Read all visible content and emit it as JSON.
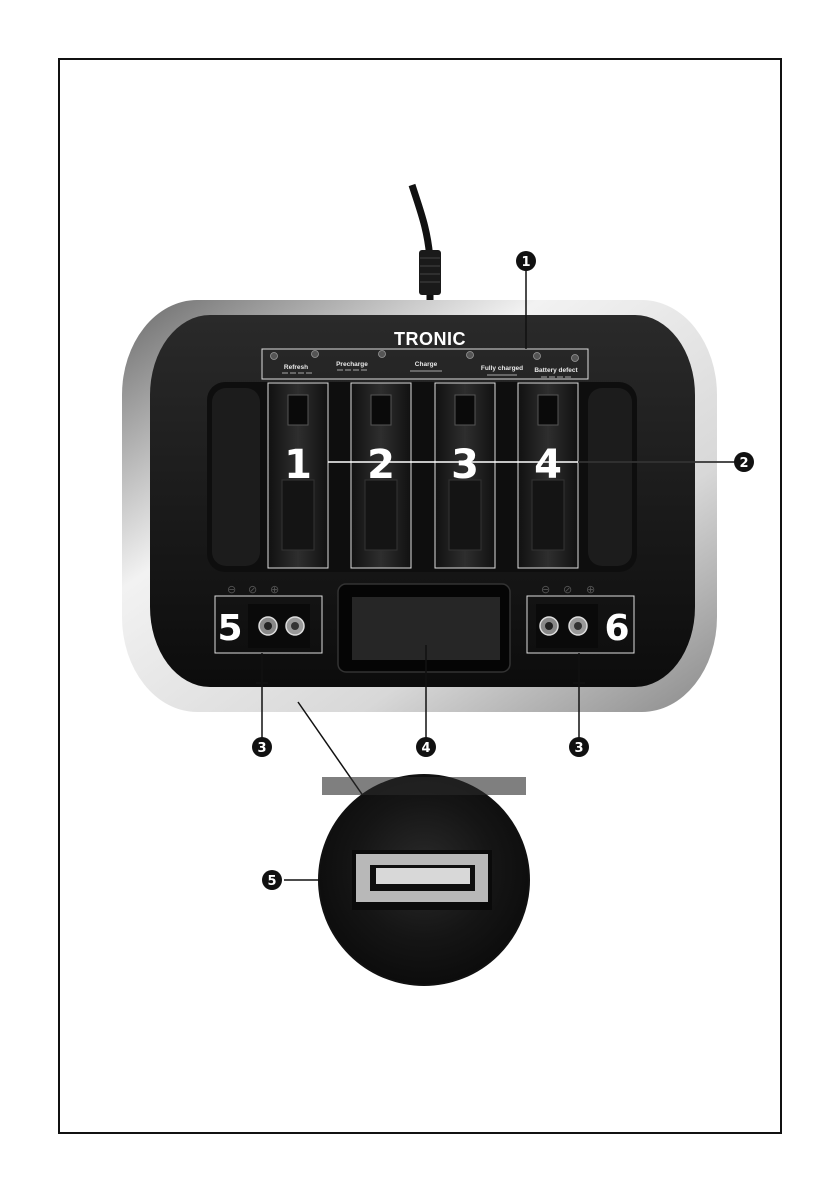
{
  "brand": "TRONIC",
  "led_labels": [
    "Refresh",
    "Precharge",
    "Charge",
    "Fully charged",
    "Battery defect"
  ],
  "slots": [
    "1",
    "2",
    "3",
    "4"
  ],
  "ports": [
    "5",
    "6"
  ],
  "polarity": {
    "minus": "⊖",
    "mid": "⊘",
    "plus": "⊕"
  },
  "callouts": [
    {
      "id": "callout-1",
      "label": "1"
    },
    {
      "id": "callout-2",
      "label": "2"
    },
    {
      "id": "callout-3-left",
      "label": "3"
    },
    {
      "id": "callout-4",
      "label": "4"
    },
    {
      "id": "callout-3-right",
      "label": "3"
    },
    {
      "id": "callout-5",
      "label": "5"
    }
  ]
}
